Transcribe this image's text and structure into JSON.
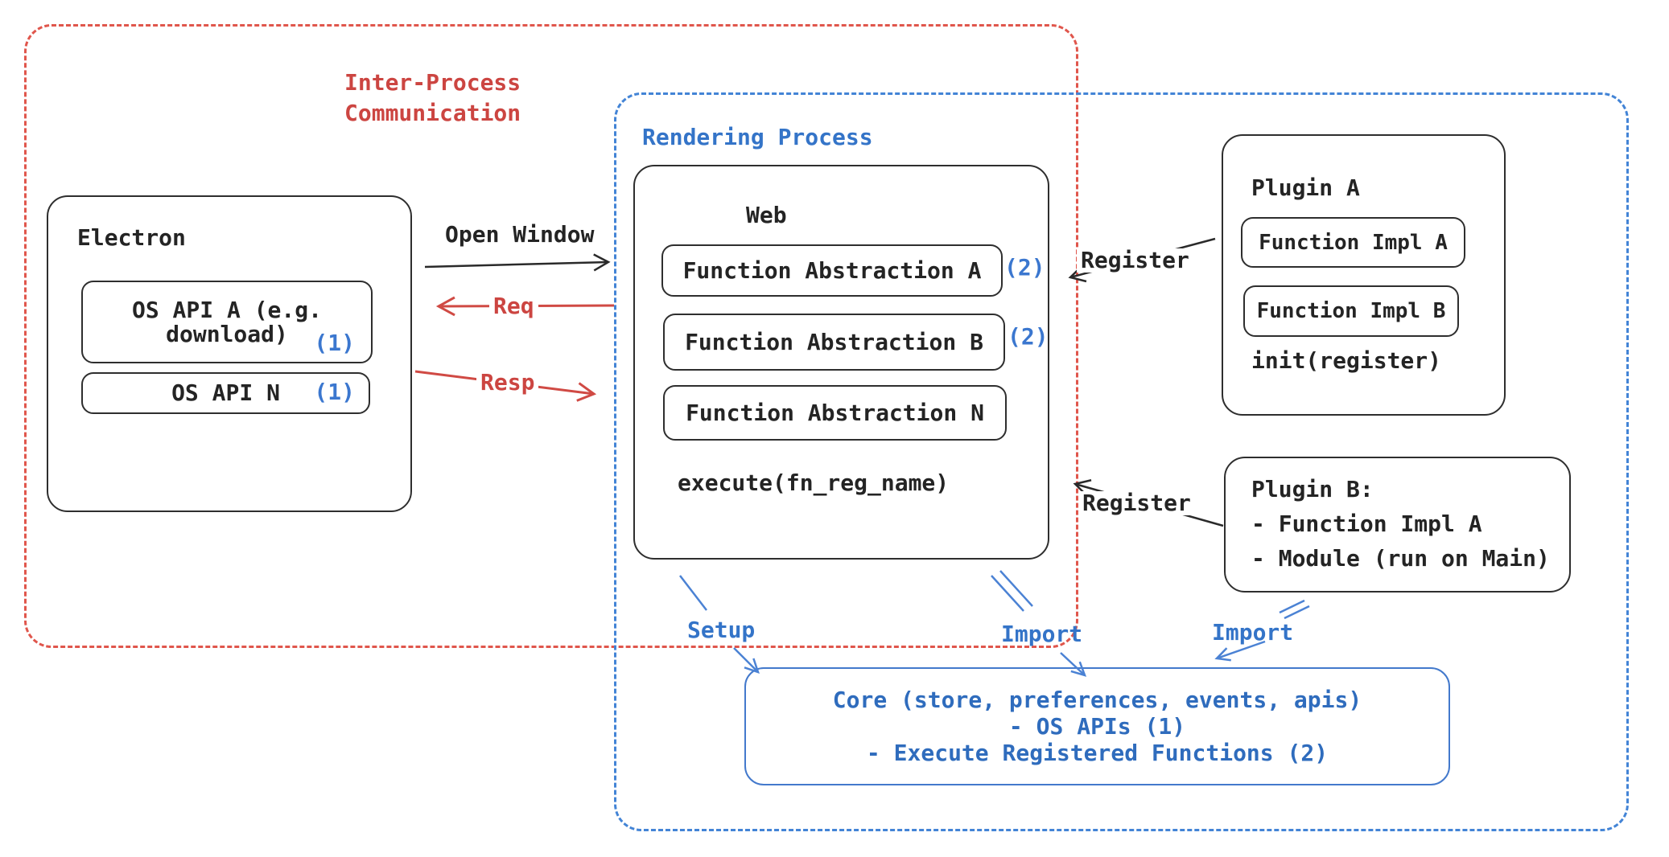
{
  "ipc_region": {
    "label_line1": "Inter-Process",
    "label_line2": "Communication"
  },
  "rendering_region": {
    "label": "Rendering Process"
  },
  "electron": {
    "title": "Electron",
    "os_api_a": {
      "line1": "OS API A (e.g.",
      "line2": "download)",
      "badge": "(1)"
    },
    "os_api_n": {
      "label": "OS API N",
      "badge": "(1)"
    }
  },
  "web": {
    "title": "Web",
    "abstractions": [
      {
        "label": "Function Abstraction A",
        "badge": "(2)"
      },
      {
        "label": "Function Abstraction B",
        "badge": "(2)"
      },
      {
        "label": "Function Abstraction N",
        "badge": ""
      }
    ],
    "execute": "execute(fn_reg_name)"
  },
  "plugin_a": {
    "title": "Plugin A",
    "impl_a": "Function Impl A",
    "impl_b": "Function Impl B",
    "init": "init(register)"
  },
  "plugin_b": {
    "line1": "Plugin B:",
    "line2": "- Function Impl A",
    "line3": "- Module (run on Main)"
  },
  "core": {
    "line1": "Core (store, preferences, events, apis)",
    "line2": "- OS APIs (1)",
    "line3": "- Execute Registered Functions (2)"
  },
  "arrows": {
    "open_window": "Open Window",
    "req": "Req",
    "resp": "Resp",
    "register_top": "Register",
    "register_bottom": "Register",
    "setup": "Setup",
    "import_web": "Import",
    "import_plugin": "Import"
  },
  "colors": {
    "red_text": "#cc4541",
    "red_dash": "#e0564c",
    "red_arrow": "#d04a44",
    "blue_text": "#3474c8",
    "blue_dash": "#4384d6",
    "badge_blue": "#3b77cf",
    "black": "#242424"
  }
}
